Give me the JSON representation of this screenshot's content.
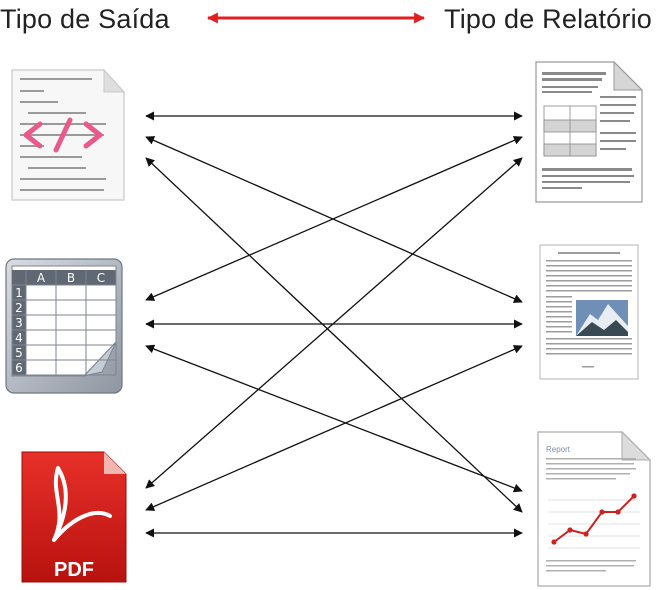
{
  "header": {
    "left_title": "Tipo de Saída",
    "right_title": "Tipo de Relatório",
    "connector_color": "#e02020"
  },
  "output_types": [
    {
      "id": "xml",
      "icon": "xml-file-icon"
    },
    {
      "id": "spreadsheet",
      "icon": "spreadsheet-icon",
      "columns": [
        "A",
        "B",
        "C"
      ],
      "rows": [
        "1",
        "2",
        "3",
        "4",
        "5",
        "6"
      ]
    },
    {
      "id": "pdf",
      "icon": "pdf-file-icon",
      "label": "PDF"
    }
  ],
  "report_types": [
    {
      "id": "text-report",
      "icon": "text-document-icon"
    },
    {
      "id": "image-report",
      "icon": "image-document-icon"
    },
    {
      "id": "chart-report",
      "icon": "chart-document-icon",
      "title": "Report"
    }
  ],
  "connections": [
    [
      "xml",
      "text-report"
    ],
    [
      "xml",
      "image-report"
    ],
    [
      "xml",
      "chart-report"
    ],
    [
      "spreadsheet",
      "text-report"
    ],
    [
      "spreadsheet",
      "image-report"
    ],
    [
      "spreadsheet",
      "chart-report"
    ],
    [
      "pdf",
      "text-report"
    ],
    [
      "pdf",
      "image-report"
    ],
    [
      "pdf",
      "chart-report"
    ]
  ],
  "arrow_color": "#111111"
}
